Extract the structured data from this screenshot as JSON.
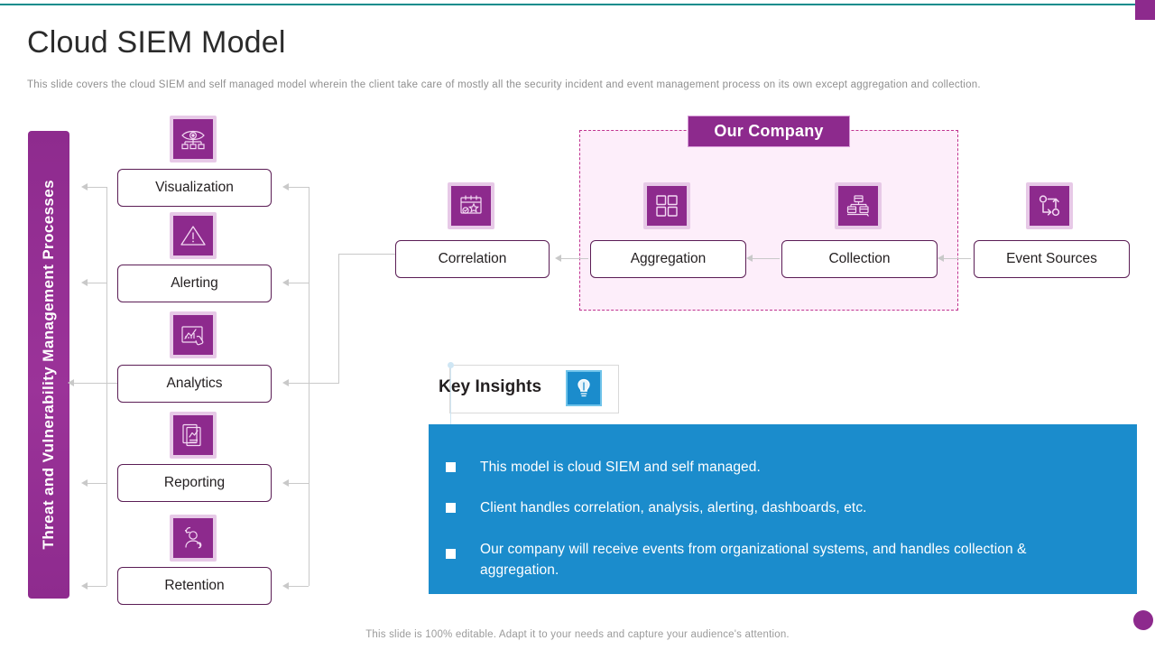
{
  "header": {
    "title": "Cloud SIEM Model",
    "subtitle": "This slide covers the cloud SIEM and self managed model wherein the client take care of mostly all the security incident and event management process on its own except aggregation and collection."
  },
  "accent": {
    "rule_color": "#0f8c8c",
    "square_color": "#8d2a8d",
    "purple": "#8d2a8d",
    "blue": "#1b8ccc",
    "pink_fill": "#fdeefa",
    "pink_border": "#c0338f"
  },
  "left_rail": {
    "label": "Threat and Vulnerability Management Processes"
  },
  "process_steps": [
    {
      "label": "Visualization",
      "icon": "eye-network-icon"
    },
    {
      "label": "Alerting",
      "icon": "warning-triangle-icon"
    },
    {
      "label": "Analytics",
      "icon": "chart-hand-icon"
    },
    {
      "label": "Reporting",
      "icon": "report-document-icon"
    },
    {
      "label": "Retention",
      "icon": "user-retention-icon"
    }
  ],
  "flow_steps": [
    {
      "label": "Correlation",
      "icon": "calendar-star-icon"
    },
    {
      "label": "Aggregation",
      "icon": "four-squares-icon"
    },
    {
      "label": "Collection",
      "icon": "server-stack-icon"
    },
    {
      "label": "Event Sources",
      "icon": "event-swap-icon"
    }
  ],
  "company": {
    "tag_label": "Our Company"
  },
  "key_insights": {
    "label": "Key Insights",
    "icon": "lightbulb-idea-icon",
    "items": [
      "This model is cloud SIEM and self managed.",
      "Client handles correlation, analysis, alerting, dashboards, etc.",
      "Our company will receive events from organizational systems, and handles collection & aggregation."
    ]
  },
  "footer": {
    "note": "This slide is 100% editable. Adapt it to your needs and capture your audience's attention."
  }
}
